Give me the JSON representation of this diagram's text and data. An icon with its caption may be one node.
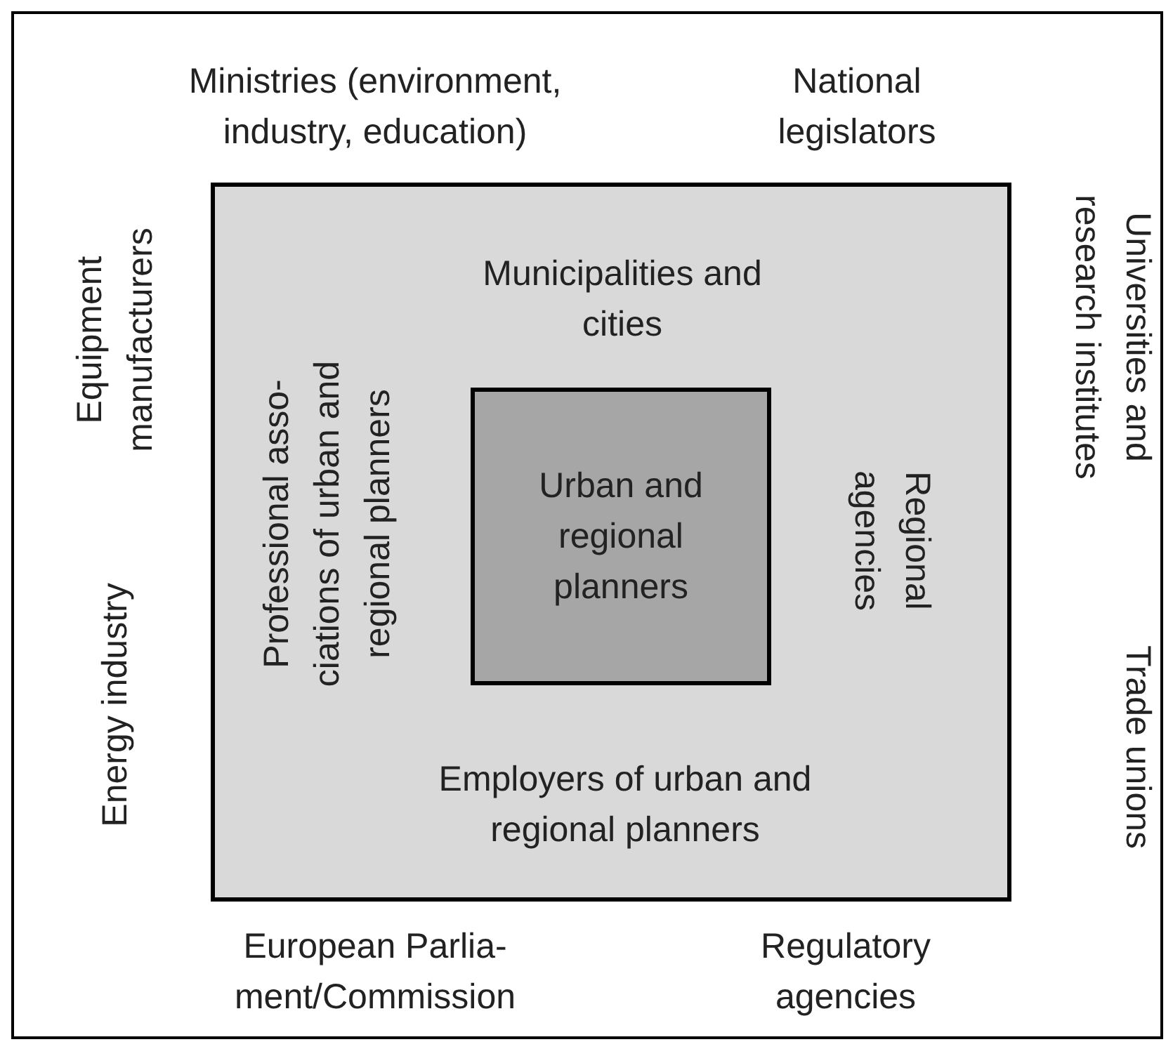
{
  "diagram": {
    "nodes": [
      {
        "text": [
          "Ministries (environment, industry, education)",
          "National legislators",
          "Universities and research institutes",
          "Trade unions",
          "European Parlia- ment/Commission",
          "Regulatory agencies",
          "Energy industry",
          "Equipment manufacturers"
        ]
      },
      {
        "text": [
          "Municipalities and cities",
          "Regional agencies",
          "Employers of urban and regional planners",
          "Professional asso- ciations of urban and regional planners"
        ],
        "in": 0
      },
      {
        "text": [
          "Urban and regional planners"
        ],
        "in": 1
      }
    ]
  }
}
